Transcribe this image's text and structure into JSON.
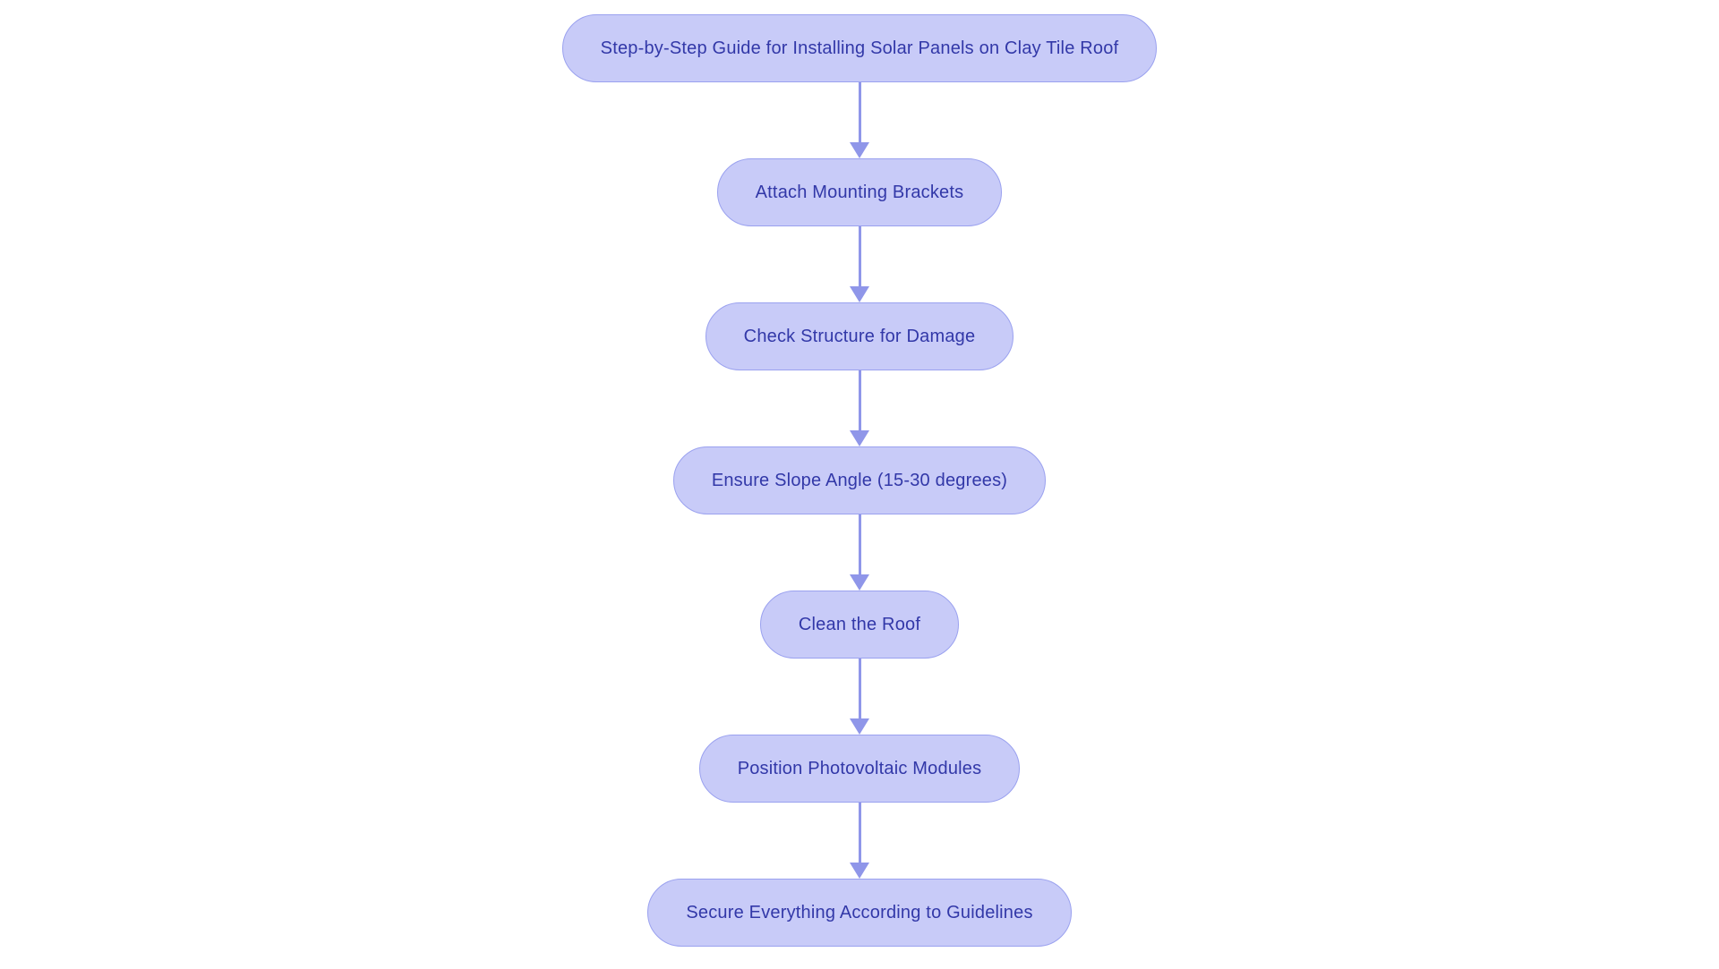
{
  "diagram": {
    "type": "flowchart",
    "direction": "top-down",
    "nodes": [
      {
        "id": "title",
        "label": "Step-by-Step Guide for Installing Solar Panels on Clay Tile Roof"
      },
      {
        "id": "attach-mounting-brackets",
        "label": "Attach Mounting Brackets"
      },
      {
        "id": "check-structure",
        "label": "Check Structure for Damage"
      },
      {
        "id": "ensure-slope-angle",
        "label": "Ensure Slope Angle (15-30 degrees)"
      },
      {
        "id": "clean-roof",
        "label": "Clean the Roof"
      },
      {
        "id": "position-modules",
        "label": "Position Photovoltaic Modules"
      },
      {
        "id": "secure-guidelines",
        "label": "Secure Everything According to Guidelines"
      }
    ],
    "edges": [
      [
        "title",
        "attach-mounting-brackets"
      ],
      [
        "attach-mounting-brackets",
        "check-structure"
      ],
      [
        "check-structure",
        "ensure-slope-angle"
      ],
      [
        "ensure-slope-angle",
        "clean-roof"
      ],
      [
        "clean-roof",
        "position-modules"
      ],
      [
        "position-modules",
        "secure-guidelines"
      ]
    ]
  },
  "theme": {
    "canvas-bg": "#ffffff",
    "node-fill": "#c8cbf8",
    "node-border": "#9aa1ef",
    "node-text": "#3238a8",
    "arrow-color": "#8f96e9"
  }
}
